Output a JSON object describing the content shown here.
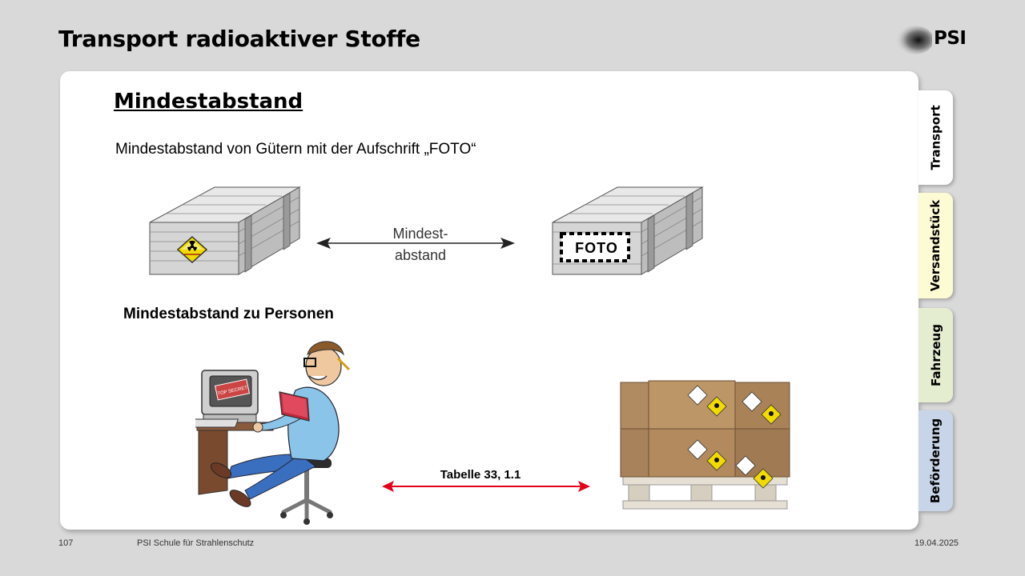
{
  "header": {
    "title": "Transport radioaktiver Stoffe",
    "logo_text": "PSI"
  },
  "content": {
    "section_title": "Mindestabstand",
    "subtitle_goods": "Mindestabstand von Gütern mit der Aufschrift „FOTO“",
    "arrow_label_line1": "Mindest-",
    "arrow_label_line2": "abstand",
    "crate_label": "FOTO",
    "subtitle_persons": "Mindestabstand zu Personen",
    "table_ref": "Tabelle 33, 1.1",
    "monitor_sign": "TOP SECRET"
  },
  "tabs": [
    {
      "label": "Transport",
      "color": "#ffffff"
    },
    {
      "label": "Versandstück",
      "color": "#fdfbd4"
    },
    {
      "label": "Fahrzeug",
      "color": "#e5edd0"
    },
    {
      "label": "Beförderung",
      "color": "#c8d5e8"
    }
  ],
  "footer": {
    "page_number": "107",
    "org": "PSI Schule für Strahlenschutz",
    "date": "19.04.2025"
  },
  "colors": {
    "red_arrow": "#e3001b",
    "box": "#b28a5e"
  }
}
